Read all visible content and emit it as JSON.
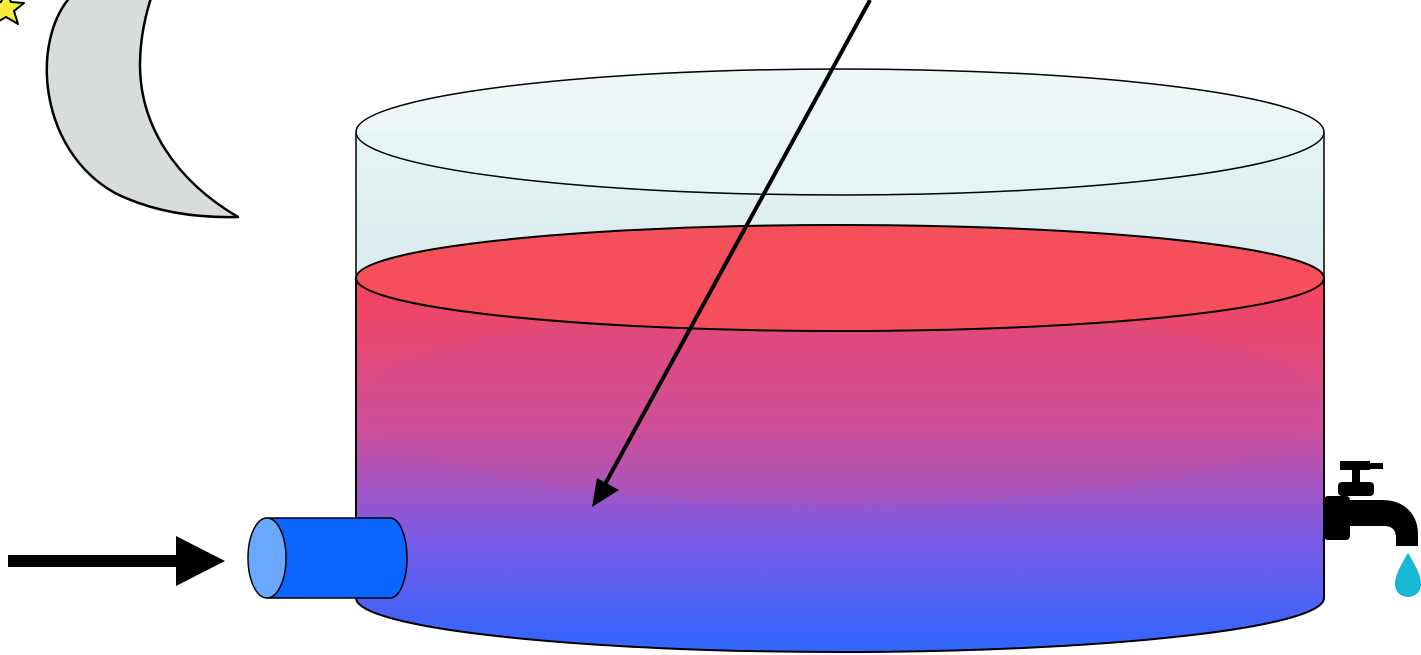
{
  "diagram": {
    "elements": [
      {
        "id": "star",
        "icon": "star-icon",
        "color": "#f5ef3a"
      },
      {
        "id": "moon",
        "icon": "crescent-moon-icon",
        "color": "#d9dcdc"
      },
      {
        "id": "tank",
        "icon": "cylindrical-tank-icon",
        "empty_color": "#dbecee",
        "water_top_color": "#f44f5a",
        "water_bottom_color": "#2f66ff"
      },
      {
        "id": "incoming-ray",
        "icon": "diagonal-arrow-icon",
        "color": "#000000"
      },
      {
        "id": "inlet-arrow",
        "icon": "right-arrow-icon",
        "color": "#000000"
      },
      {
        "id": "inlet-pipe",
        "icon": "pipe-icon",
        "color": "#0a66ff"
      },
      {
        "id": "faucet",
        "icon": "faucet-icon",
        "color": "#000000"
      },
      {
        "id": "water-drop",
        "icon": "water-drop-icon",
        "color": "#19b7d6"
      }
    ]
  }
}
